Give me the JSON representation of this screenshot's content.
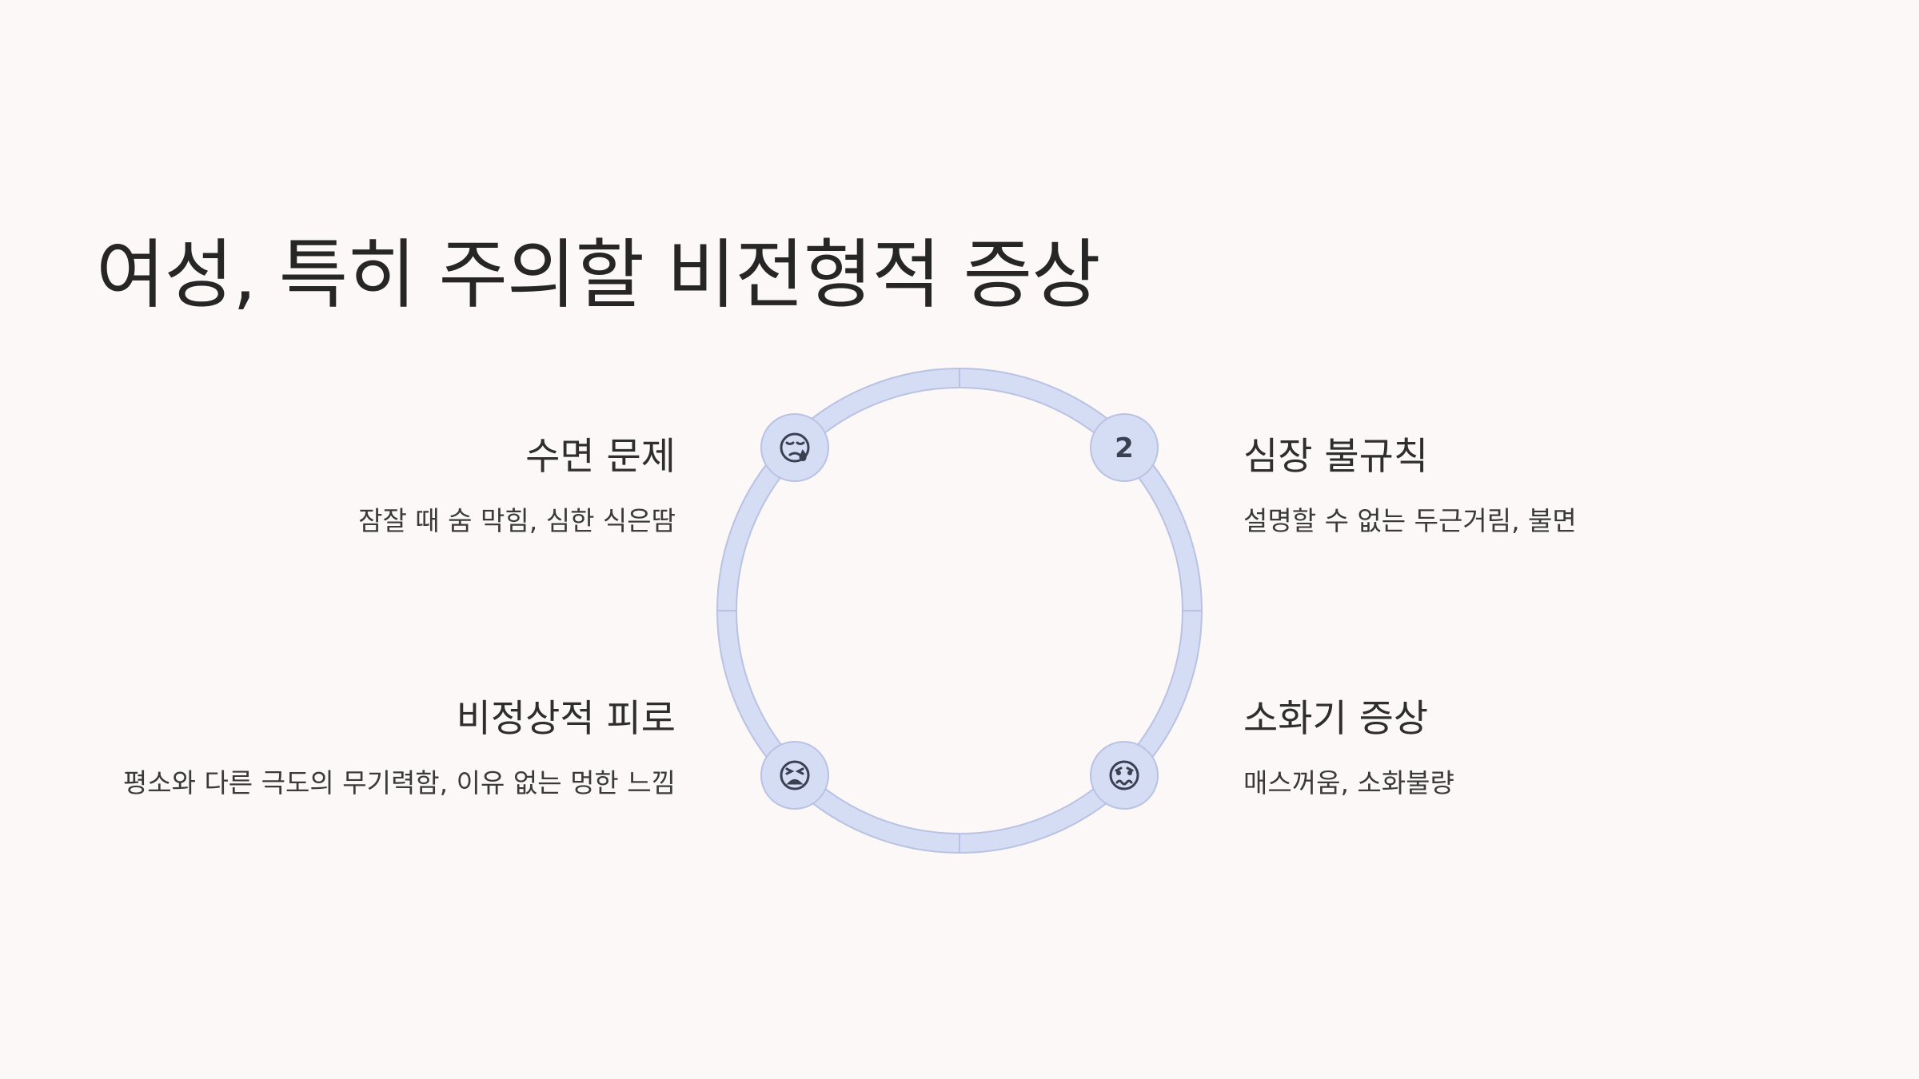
{
  "title": "여성, 특히 주의할 비전형적 증상",
  "colors": {
    "background": "#fdf8f8",
    "ring": "#d5ddf4",
    "ring_stroke": "#b9c2e2",
    "text": "#2b2b2b"
  },
  "items": [
    {
      "heading": "수면 문제",
      "description": "잠잘 때 숨 막힘, 심한 식은땀",
      "icon": "sleepy-face-icon",
      "position": "top-left"
    },
    {
      "heading": "심장 불규칙",
      "description": "설명할 수 없는 두근거림, 불면",
      "marker": "2",
      "position": "top-right"
    },
    {
      "heading": "비정상적 피로",
      "description": "평소와 다른 극도의 무기력함, 이유 없는 멍한 느낌",
      "icon": "weary-face-icon",
      "position": "bottom-left"
    },
    {
      "heading": "소화기 증상",
      "description": "매스꺼움, 소화불량",
      "icon": "nauseated-face-icon",
      "position": "bottom-right"
    }
  ]
}
